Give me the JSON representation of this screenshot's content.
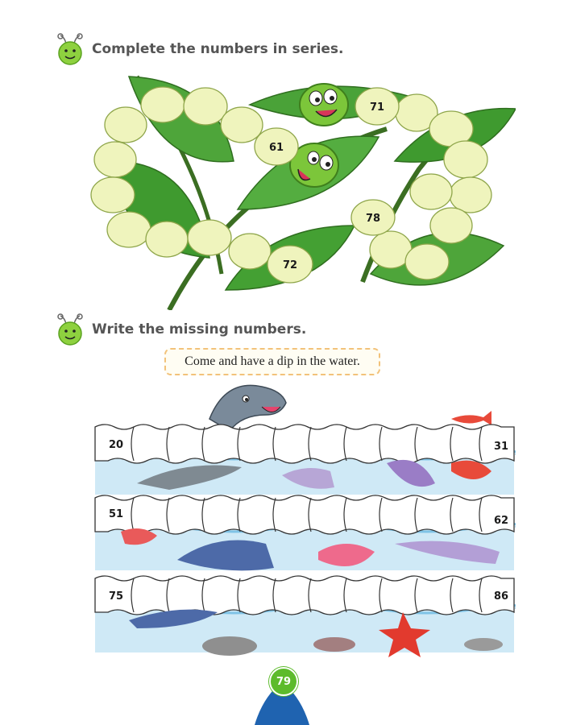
{
  "section1": {
    "heading": "Complete the numbers in series.",
    "numbers": [
      "61",
      "71",
      "72",
      "78"
    ]
  },
  "section2": {
    "heading": "Write the missing numbers.",
    "speech": "Come and have a dip in the water.",
    "rows": [
      {
        "start": "20",
        "end": "31"
      },
      {
        "start": "51",
        "end": "62"
      },
      {
        "start": "75",
        "end": "86"
      }
    ]
  },
  "page_number": "79",
  "colors": {
    "bubble_fill": "#eff4bd",
    "leaf_green": "#3f9a2f",
    "water_blue": "#cfe9f6",
    "badge_green": "#5dbb2c",
    "tab_blue": "#1f63b0"
  }
}
